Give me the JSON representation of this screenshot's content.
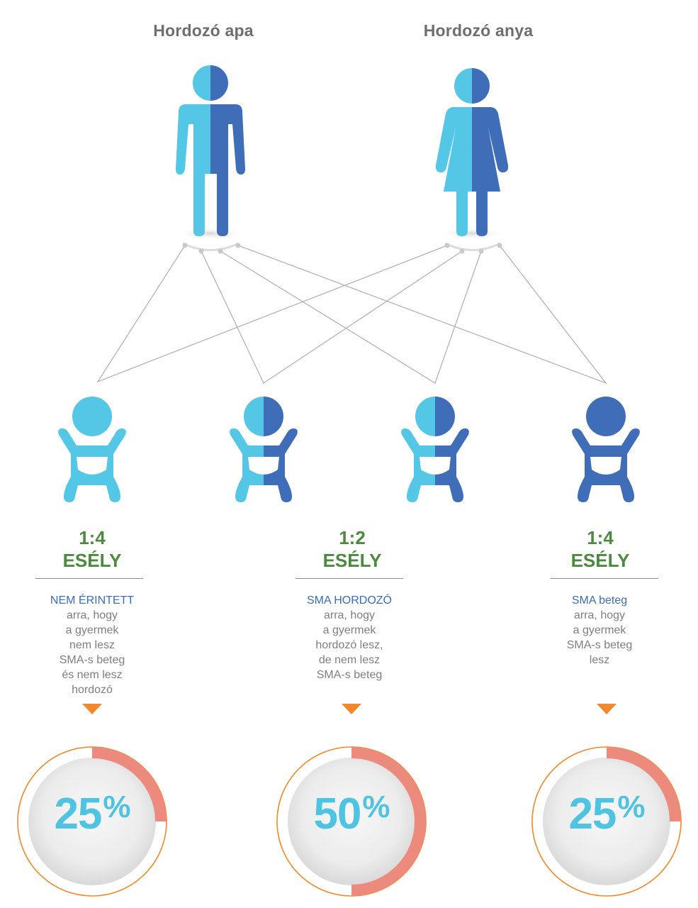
{
  "colors": {
    "light_blue": "#54c6e6",
    "dark_blue": "#3f6db8",
    "green": "#4c8b3f",
    "orange": "#f0892d",
    "ring": "#ec8a7d",
    "connector": "#b3b3b3",
    "title_gray": "#6e6e6e",
    "text_gray": "#7f7f7f"
  },
  "parents": {
    "father_label": "Hordozó apa",
    "mother_label": "Hordozó anya"
  },
  "outcomes": [
    {
      "ratio": "1:4",
      "esely": "ESÉLY",
      "head": "NEM ÉRINTETT",
      "lines": [
        "arra, hogy",
        "a gyermek",
        "nem lesz",
        "SMA-s beteg",
        "és nem lesz",
        "hordozó"
      ],
      "percent_value": "25",
      "percent_sign": "%",
      "fraction": 0.25
    },
    {
      "ratio": "1:2",
      "esely": "ESÉLY",
      "head": "SMA HORDOZÓ",
      "lines": [
        "arra, hogy",
        "a gyermek",
        "hordozó lesz,",
        "de nem lesz",
        "SMA-s beteg"
      ],
      "percent_value": "50",
      "percent_sign": "%",
      "fraction": 0.5
    },
    {
      "ratio": "1:4",
      "esely": "ESÉLY",
      "head": "SMA beteg",
      "lines": [
        "arra, hogy",
        "a gyermek",
        "SMA-s beteg",
        "lesz"
      ],
      "percent_value": "25",
      "percent_sign": "%",
      "fraction": 0.25
    }
  ],
  "babies": [
    {
      "left": "light",
      "right": "light"
    },
    {
      "left": "light",
      "right": "dark"
    },
    {
      "left": "light",
      "right": "dark"
    },
    {
      "left": "dark",
      "right": "dark"
    }
  ]
}
